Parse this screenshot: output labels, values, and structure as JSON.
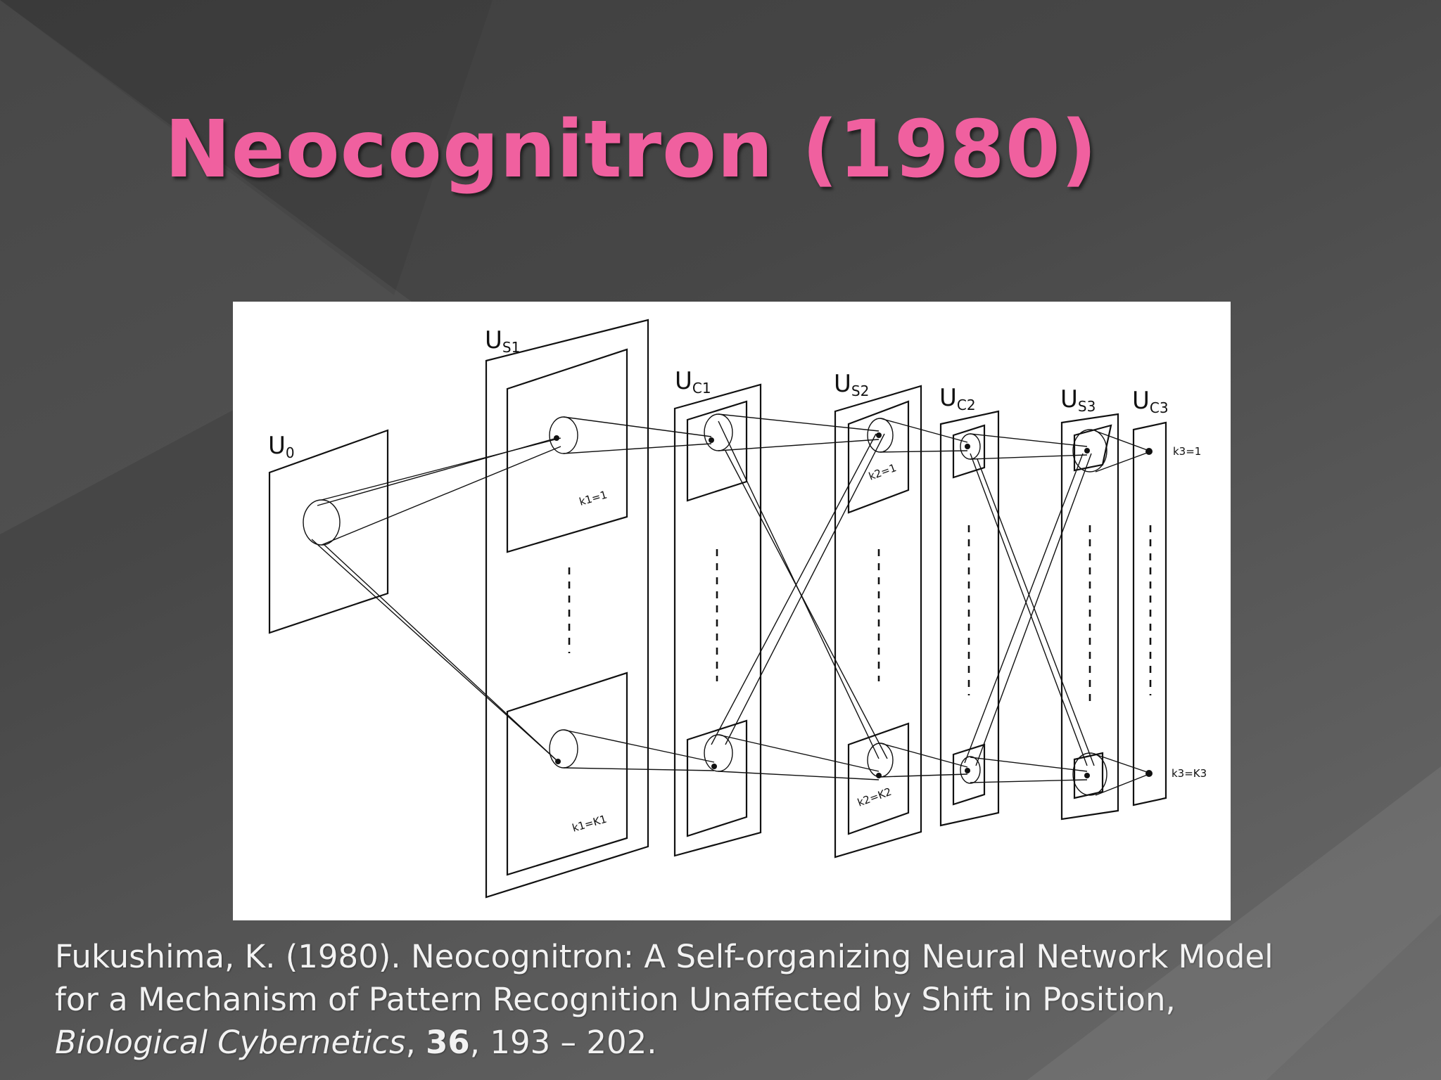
{
  "slide": {
    "title": "Neocognitron (1980)"
  },
  "diagram": {
    "layers": [
      {
        "base": "U",
        "sub": "0"
      },
      {
        "base": "U",
        "sub": "S1"
      },
      {
        "base": "U",
        "sub": "C1"
      },
      {
        "base": "U",
        "sub": "S2"
      },
      {
        "base": "U",
        "sub": "C2"
      },
      {
        "base": "U",
        "sub": "S3"
      },
      {
        "base": "U",
        "sub": "C3"
      }
    ],
    "plane_labels": {
      "s1_top": "k1=1",
      "s1_bottom": "k1=K1",
      "s2_top": "k2=1",
      "s2_bottom": "k2=K2",
      "c3_top": "k3=1",
      "c3_bottom": "k3=K3"
    }
  },
  "caption": {
    "line1": "Fukushima, K. (1980).  Neocognitron: A Self-organizing Neural Network Model",
    "line2": "for a Mechanism of Pattern Recognition Unaffected by Shift in Position,",
    "journal": "Biological Cybernetics",
    "sep1": ", ",
    "volume": "36",
    "pages": ", 193 – 202."
  },
  "colors": {
    "title": "#f0609f",
    "caption": "#f2f2f2",
    "figure_background": "#ffffff"
  }
}
